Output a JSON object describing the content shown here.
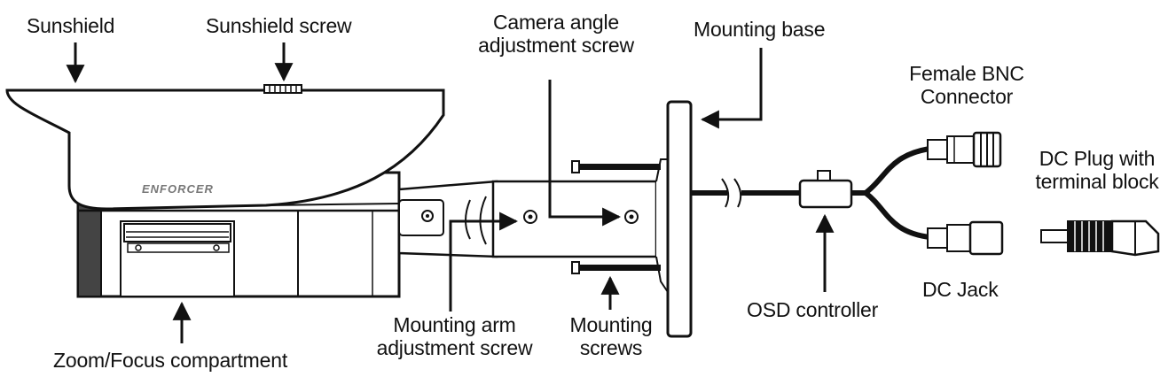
{
  "brand": "ENFORCER",
  "labels": {
    "sunshield": "Sunshield",
    "sunshield_screw": "Sunshield screw",
    "camera_angle_line1": "Camera angle",
    "camera_angle_line2": "adjustment screw",
    "mounting_base": "Mounting base",
    "female_bnc_line1": "Female BNC",
    "female_bnc_line2": "Connector",
    "dc_plug_line1": "DC Plug with",
    "dc_plug_line2": "terminal block",
    "zoom_focus": "Zoom/Focus compartment",
    "mounting_arm_line1": "Mounting arm",
    "mounting_arm_line2": "adjustment screw",
    "mounting_screws_line1": "Mounting",
    "mounting_screws_line2": "screws",
    "osd_controller": "OSD controller",
    "dc_jack": "DC Jack"
  }
}
